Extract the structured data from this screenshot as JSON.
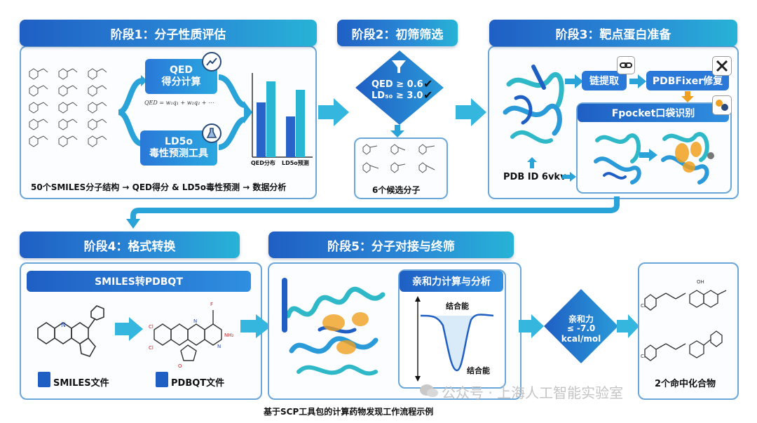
{
  "stage1": {
    "title": "阶段1：分子性质评估",
    "qed_box": "QED\n得分计算",
    "qed_formula": "QED = w₁q₁ + w₂q₂ + ⋯",
    "ld50_box": "LD5o\n毒性预测工具",
    "chart_label_qed": "QED分布",
    "chart_label_ld50": "LD5o预测",
    "footer": "50个SMILES分子结构 → QED得分 & LD5o毒性预测 → 数据分析"
  },
  "stage2": {
    "title": "阶段2：初筛筛选",
    "criterion1": "QED ≥ 0.6",
    "criterion2": "LD₅₀ ≥ 3.0",
    "footer": "6个候选分子"
  },
  "stage3": {
    "title": "阶段3：靶点蛋白准备",
    "chain_box": "链提取",
    "fixer_box": "PDBFixer修复",
    "fpocket_box": "Fpocket口袋识别",
    "pdb_label": "PDB ID 6vkv"
  },
  "stage4": {
    "title": "阶段4：格式转换",
    "sub": "SMILES转PDBQT",
    "file1": "SMILES文件",
    "file2": "PDBQT文件"
  },
  "stage5": {
    "title": "阶段5：分子对接与终筛",
    "affinity_title": "亲和力计算与分析",
    "energy_top": "结合能",
    "energy_bottom": "结合能",
    "criterion_line1": "亲和力",
    "criterion_line2": "≤ -7.0",
    "criterion_line3": "kcal/mol",
    "hits": "2个命中化合物"
  },
  "caption": "基于SCP工具包的计算药物发现工作流程示例",
  "watermark": "公众号 · 上海人工智能实验室",
  "colors": {
    "banner": "#1f5fc4",
    "accent": "#27b3d6",
    "arrow": "#2aa3d8",
    "protein": "#2fb8c8",
    "pocket": "#f0a020"
  },
  "icons": [
    "chart-icon",
    "flask-icon",
    "funnel-icon",
    "check-icon",
    "link-icon",
    "tools-icon",
    "molecule-icon",
    "file-icon",
    "wechat-icon"
  ]
}
